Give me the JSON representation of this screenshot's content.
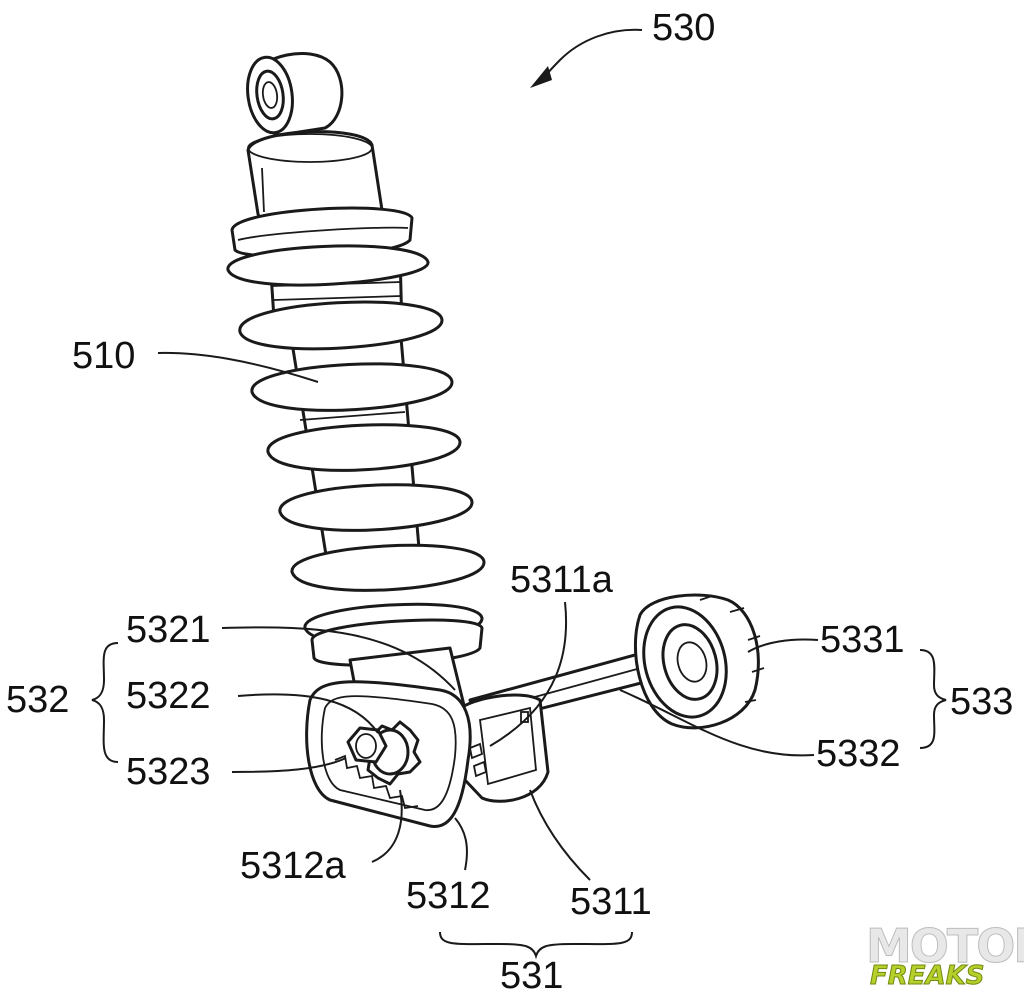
{
  "figure": {
    "assembly_label": "530",
    "labels": {
      "shock_absorber": "510",
      "group_531": "531",
      "group_532": "532",
      "group_533": "533",
      "part_5311": "5311",
      "part_5311a": "5311a",
      "part_5312": "5312",
      "part_5312a": "5312a",
      "part_5321": "5321",
      "part_5322": "5322",
      "part_5323": "5323",
      "part_5331": "5331",
      "part_5332": "5332"
    }
  },
  "watermark": {
    "line1": "MOTOR",
    "line2": "FREAKS"
  },
  "colors": {
    "ink": "#1a1a1a",
    "background": "#ffffff",
    "watermark_green": "#b6cf2a"
  }
}
